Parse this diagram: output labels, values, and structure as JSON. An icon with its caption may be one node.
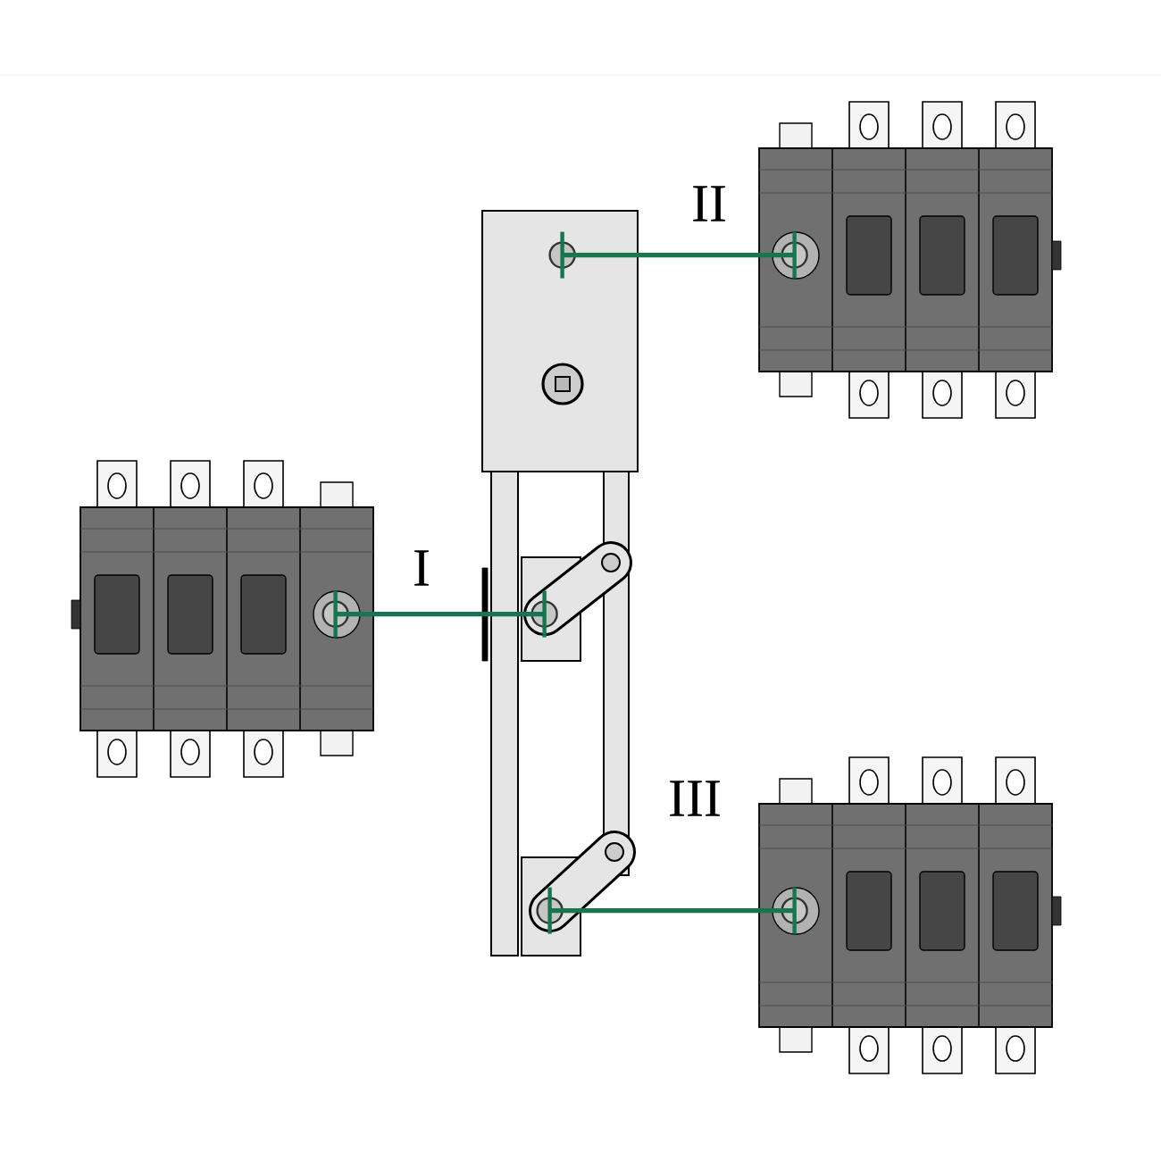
{
  "diagram": {
    "nodes": [
      {
        "text": [],
        "shape": "picture"
      },
      {
        "text": [],
        "shape": "picture",
        "beside": [
          "II"
        ]
      },
      {
        "text": [],
        "shape": "picture",
        "beside": [
          "I"
        ]
      },
      {
        "text": [],
        "shape": "picture",
        "beside": [
          "III"
        ]
      },
      {
        "text": [],
        "shape": "circle",
        "in": 0
      },
      {
        "text": [],
        "shape": "circle",
        "in": 1
      },
      {
        "text": [],
        "shape": "circle",
        "in": 2
      },
      {
        "text": [],
        "shape": "circle",
        "in": 0
      },
      {
        "text": [],
        "shape": "circle",
        "in": 0
      },
      {
        "text": [],
        "shape": "circle",
        "in": 3
      }
    ],
    "edges": [
      {
        "from": 4,
        "to": 5,
        "arrow": "none"
      },
      {
        "from": 6,
        "to": 7,
        "arrow": "none"
      },
      {
        "from": 8,
        "to": 9,
        "arrow": "none"
      }
    ]
  }
}
